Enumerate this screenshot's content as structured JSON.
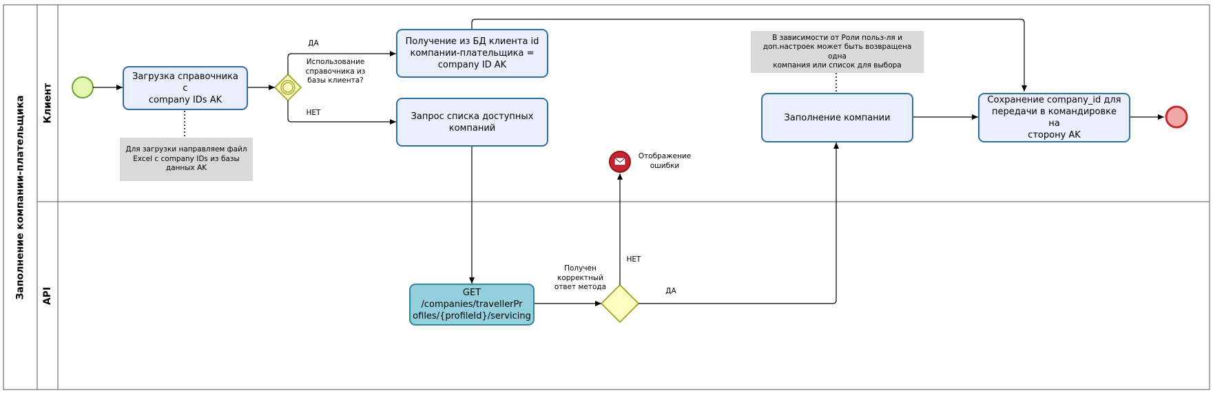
{
  "pool": {
    "title": "Заполнение компании-плательщика"
  },
  "lanes": {
    "client": "Клиент",
    "api": "API"
  },
  "tasks": {
    "load_directory": "Загрузка справочника с\ncompany IDs AK",
    "get_from_db": "Получение из БД клиента id\nкомпании-плательщика =\ncompany ID AK",
    "request_list": "Запрос списка доступных\nкомпаний",
    "fill_company": "Заполнение компании",
    "save_company": "Сохранение company_id для\nпередачи в командировке на\nсторону AK",
    "api_get": "GET /companies/travellerPr\nofiles/{profileId}/servicing"
  },
  "notes": {
    "load_note": "Для  загрузки направляем файл\nExcel с company IDs  из базы\nданных AK",
    "role_note": "В зависимости от Роли польз-ля и\nдоп.настроек может быть возвращена одна\nкомпания или список для выбора"
  },
  "labels": {
    "gateway1_question": "Использование\nсправочника из\nбазы клиента?",
    "gateway1_yes": "ДА",
    "gateway1_no": "НЕТ",
    "gateway2_question": "Получен\nкорректный\nответ метода",
    "gateway2_yes": "ДА",
    "gateway2_no": "НЕТ",
    "error_event": "Отображение\nошибки"
  },
  "colors": {
    "task_fill": "#e9effc",
    "task_border": "#2f6ea5",
    "api_task_fill": "#93cfdc",
    "gateway_fill": "#fffcc0",
    "gateway_border": "#a8a832",
    "start_fill": "#e3f7b3",
    "start_border": "#6e9f2a",
    "end_fill": "#f2a7a7",
    "end_border": "#c0282b",
    "error_fill": "#c82430"
  }
}
